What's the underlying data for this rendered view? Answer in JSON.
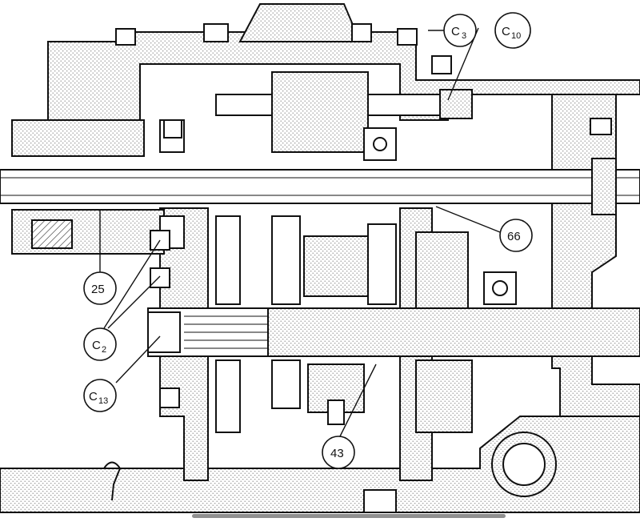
{
  "callouts": {
    "c3": {
      "main": "C",
      "sub": "3"
    },
    "c10": {
      "main": "C",
      "sub": "10"
    },
    "c2": {
      "main": "C",
      "sub": "2"
    },
    "c13": {
      "main": "C",
      "sub": "13"
    },
    "n25": {
      "text": "25"
    },
    "n66": {
      "text": "66"
    },
    "n43": {
      "text": "43"
    }
  },
  "colors": {
    "ink": "#111111",
    "stipple": "#b9b9b9",
    "background": "#ffffff"
  },
  "icons": [
    "home-indicator"
  ]
}
